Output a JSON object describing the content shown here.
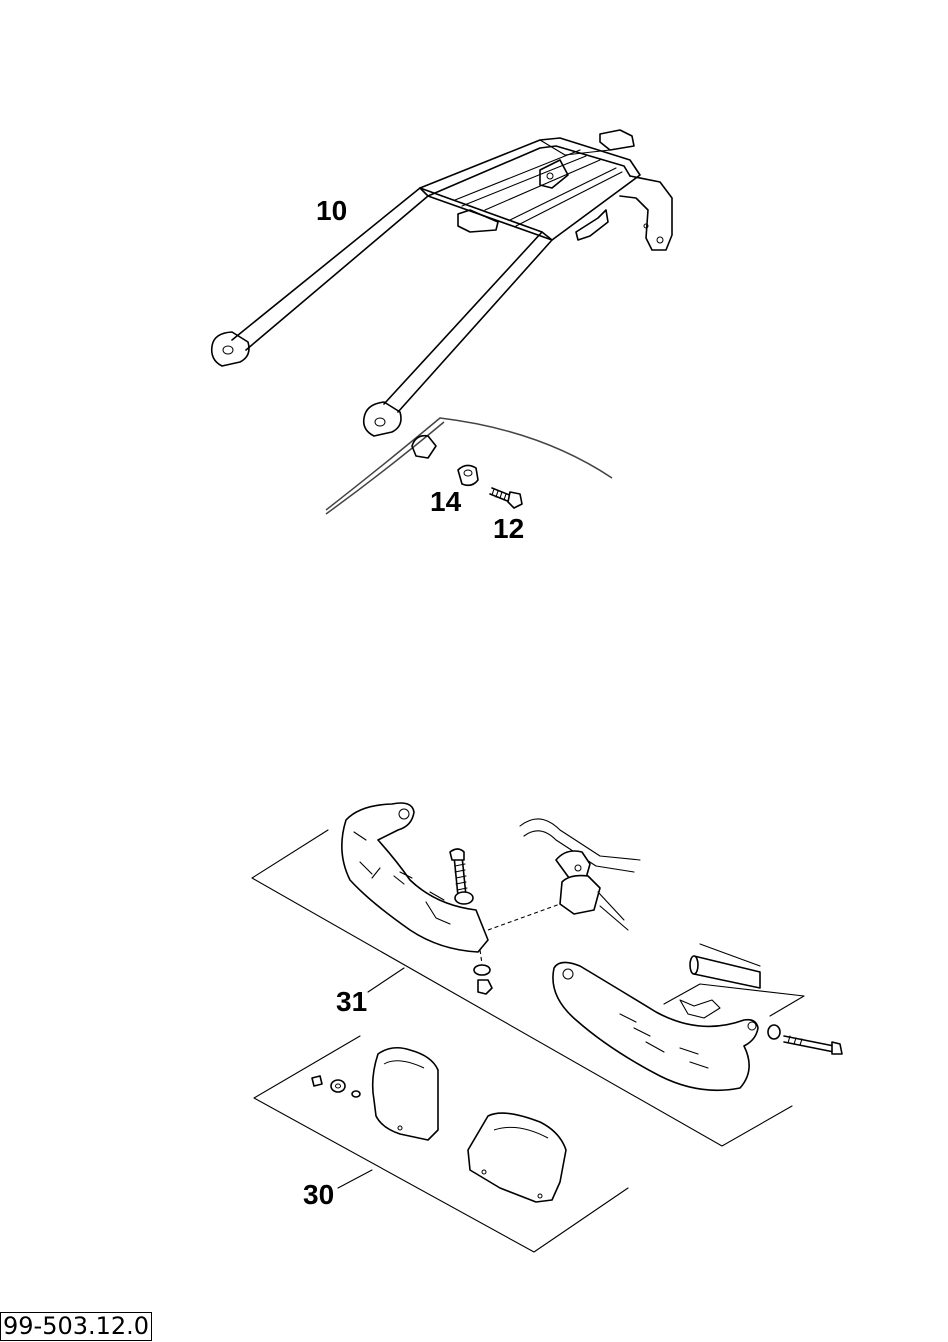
{
  "callouts": {
    "c10": "10",
    "c14": "14",
    "c12": "12",
    "c31": "31",
    "c30": "30"
  },
  "reference_number": "99-503.12.0",
  "icons": [
    "luggage-rack",
    "rear-fender",
    "spacer",
    "bolt",
    "handguard-left",
    "handguard-right",
    "handlebar-clamp",
    "guard-plate-left",
    "guard-plate-right"
  ]
}
